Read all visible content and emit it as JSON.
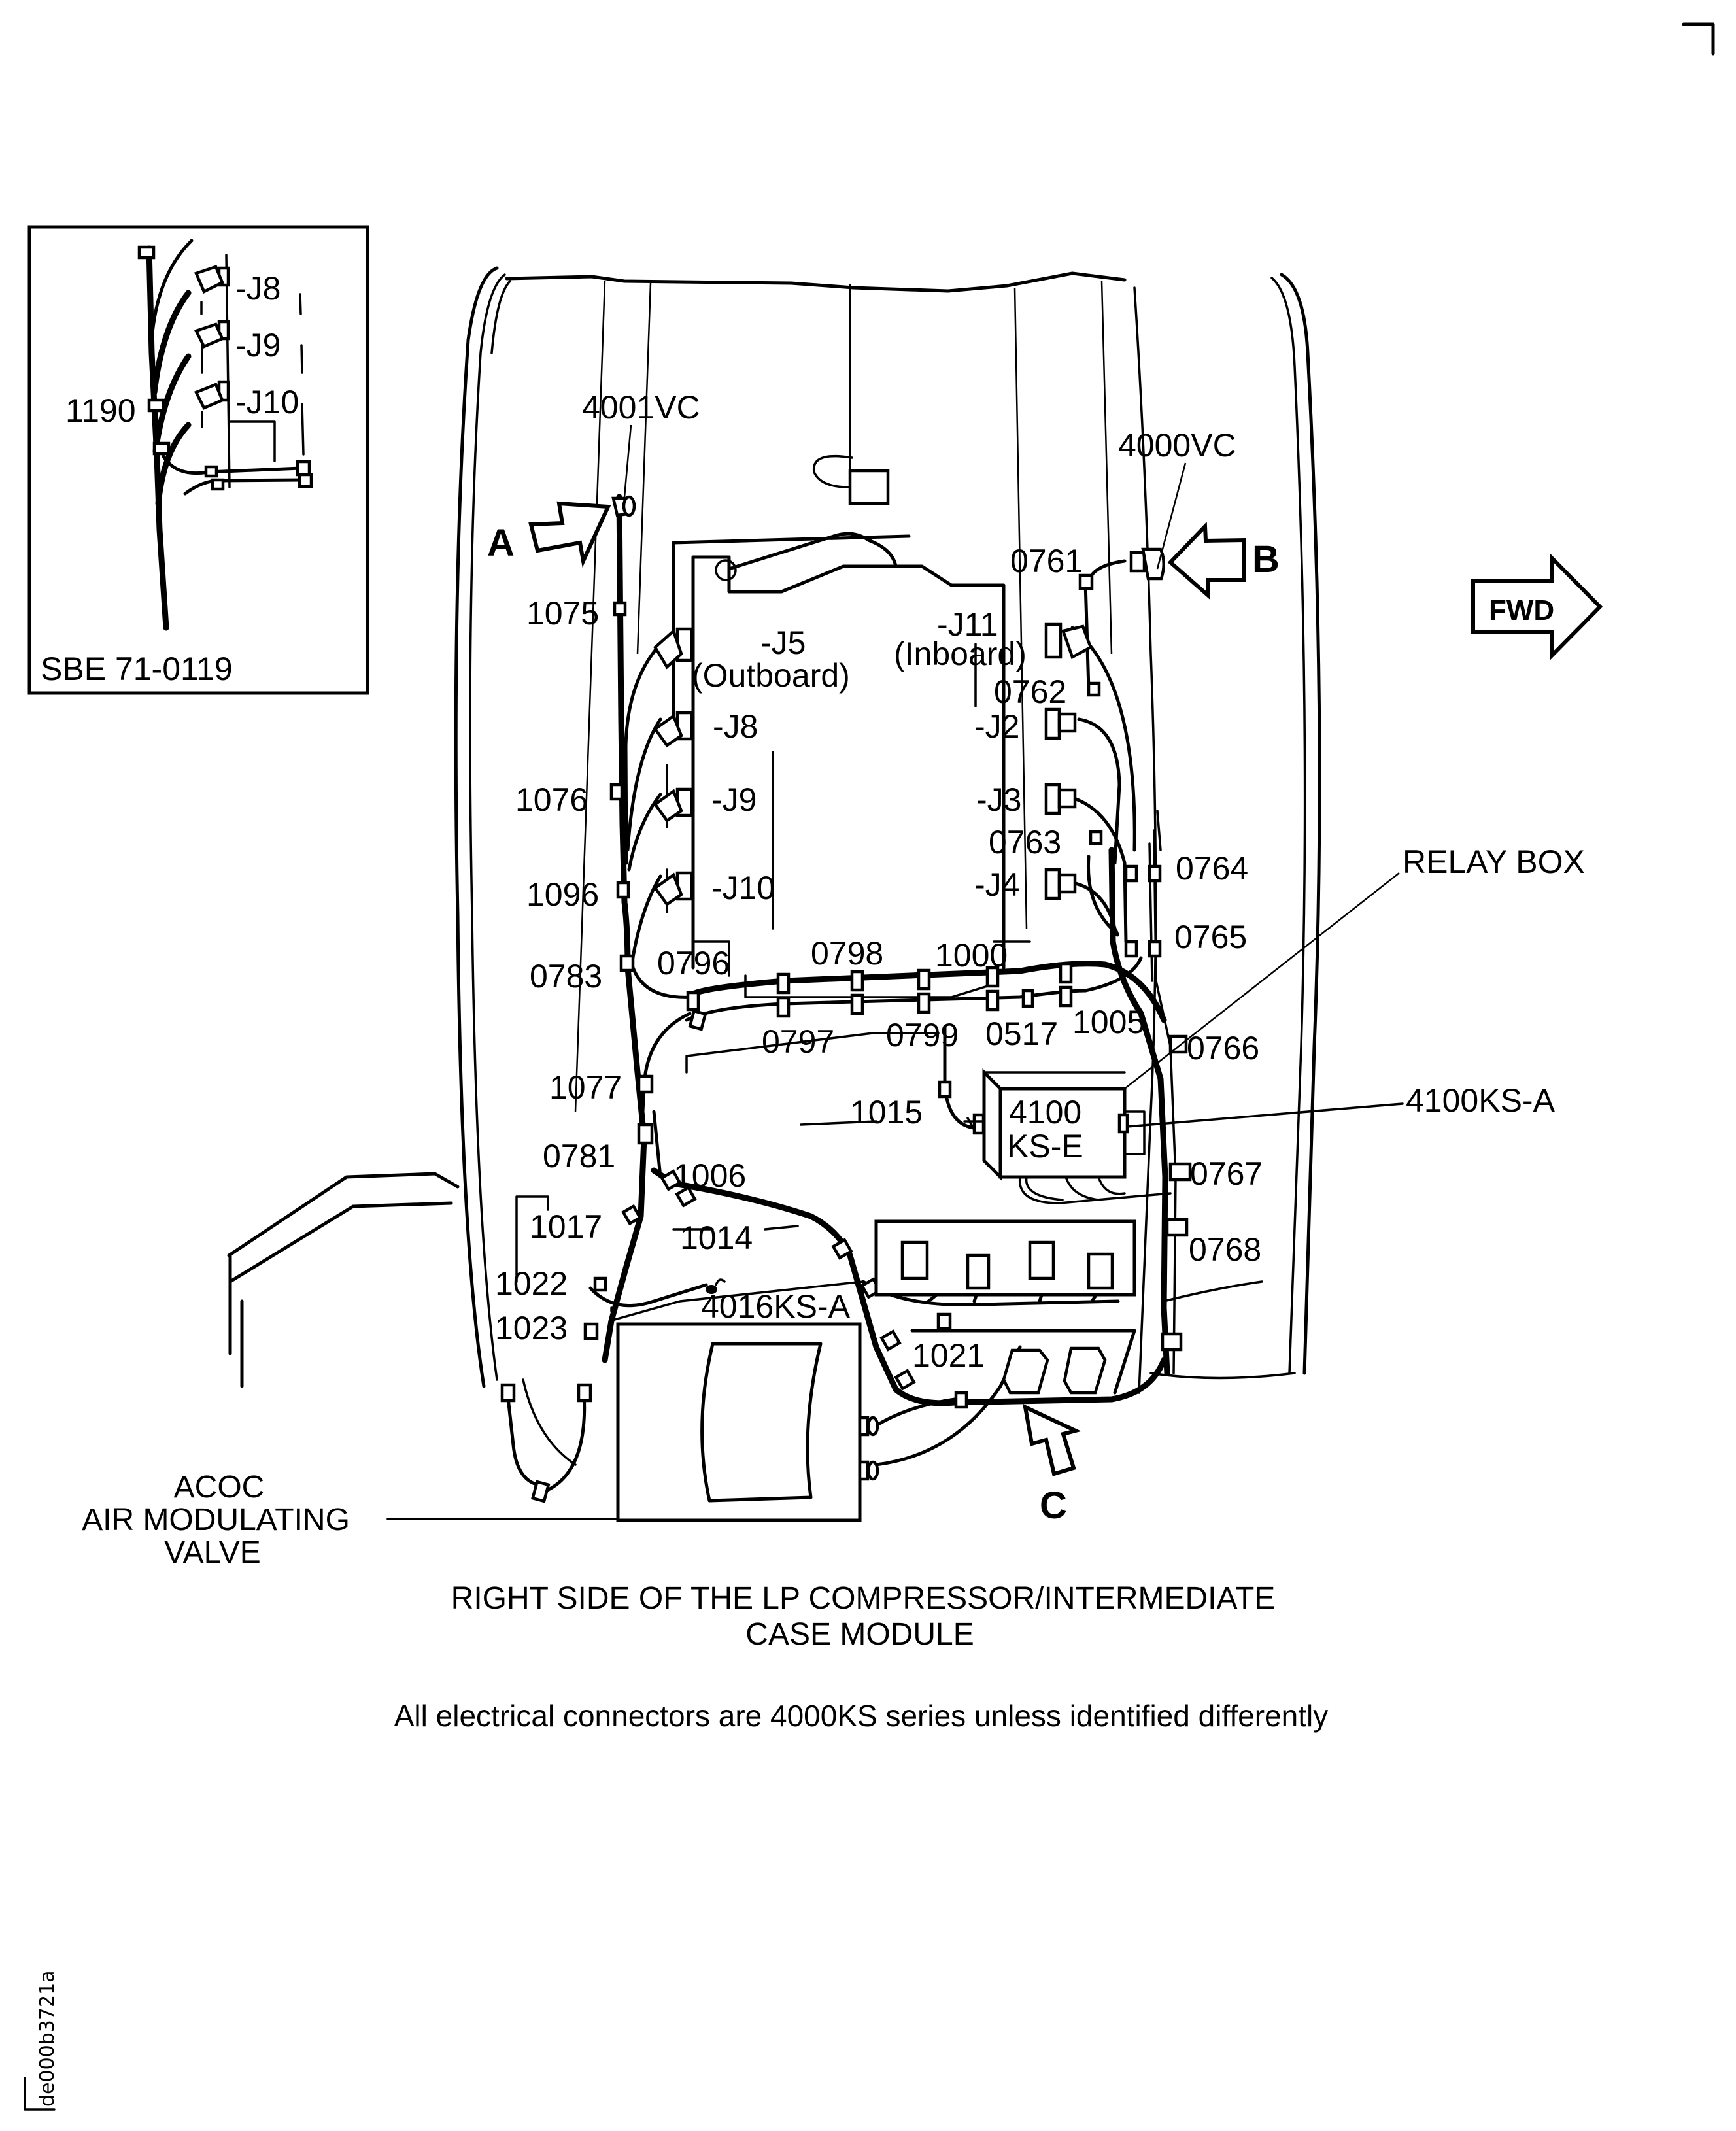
{
  "figure_id": "de000b3721a",
  "inset": {
    "title": "SBE 71-0119",
    "clamp_label": "1190",
    "connectors": [
      "-J8",
      "-J9",
      "-J10"
    ]
  },
  "view_arrows": {
    "a": "A",
    "b": "B",
    "c": "C",
    "fwd": "FWD"
  },
  "connectors": {
    "c4001vc": "4001VC",
    "c4000vc": "4000VC",
    "j5": "-J5",
    "j5_note": "(Outboard)",
    "j11": "-J11",
    "j11_note": "(Inboard)",
    "j8": "-J8",
    "j9": "-J9",
    "j10": "-J10",
    "j2": "-J2",
    "j3": "-J3",
    "j4": "-J4",
    "c4100kse_line1": "4100",
    "c4100kse_line2": "KS-E",
    "c4100ksa": "4100KS-A",
    "c4016ksa": "4016KS-A"
  },
  "components": {
    "relay_box": "RELAY BOX",
    "acoc_line1": "ACOC",
    "acoc_line2": "AIR MODULATING",
    "acoc_line3": "VALVE"
  },
  "clamps": {
    "c1075": "1075",
    "c1076": "1076",
    "c1096": "1096",
    "c0783": "0783",
    "c0796": "0796",
    "c0798": "0798",
    "c1000": "1000",
    "c0797": "0797",
    "c0799": "0799",
    "c0517": "0517",
    "c1005": "1005",
    "c1077": "1077",
    "c1015": "1015",
    "c0781": "0781",
    "c1006": "1006",
    "c1017": "1017",
    "c1014": "1014",
    "c1022": "1022",
    "c1023": "1023",
    "c1021": "1021",
    "c0761": "0761",
    "c0762": "0762",
    "c0763": "0763",
    "c0764": "0764",
    "c0765": "0765",
    "c0766": "0766",
    "c0767": "0767",
    "c0768": "0768"
  },
  "caption": {
    "line1": "RIGHT SIDE OF THE LP COMPRESSOR/INTERMEDIATE",
    "line2": "CASE MODULE"
  },
  "note": "All electrical connectors are 4000KS series unless identified differently"
}
